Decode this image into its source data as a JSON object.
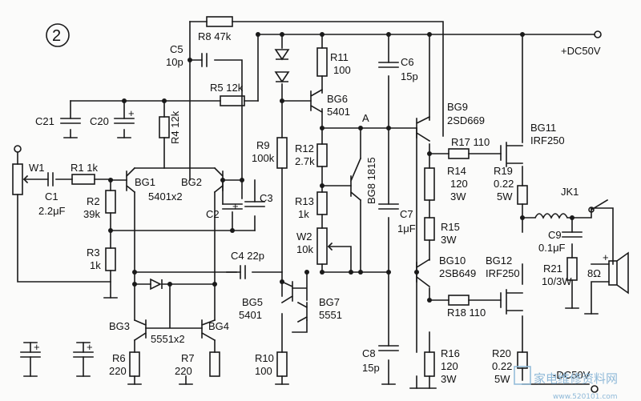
{
  "diagram": {
    "figure_number": "2",
    "supply_pos": "+DC50V",
    "supply_neg": "-DC50V",
    "node_a": "A",
    "components": {
      "r8": "R8  47k",
      "c5": "C5",
      "c5v": "10p",
      "r5": "R5  12k",
      "r11": "R11",
      "r11v": "100",
      "c6": "C6",
      "c6v": "15p",
      "c21": "C21",
      "c20": "C20",
      "r4": "R4  12k",
      "bg6": "BG6",
      "bg6t": "5401",
      "bg9": "BG9",
      "bg9t": "2SD669",
      "bg11": "BG11",
      "bg11t": "IRF250",
      "w1": "W1",
      "r1": "R1   1k",
      "bg1": "BG1",
      "bg2": "BG2",
      "bg12t": "5401x2",
      "r9": "R9",
      "r9v": "100k",
      "r12": "R12",
      "r12v": "2.7k",
      "bg8": "BG8  1815",
      "r17": "R17   110",
      "c1": "C1",
      "c1v": "2.2μF",
      "r2": "R2",
      "r2v": "39k",
      "c2": "C2",
      "c3": "C3",
      "r14": "R14",
      "r14v": "120",
      "r14p": "3W",
      "r19": "R19",
      "r19v": "0.22",
      "r19p": "5W",
      "r13": "R13",
      "r13v": "1k",
      "c7": "C7",
      "c7v": "1μF",
      "r15": "R15",
      "r15p": "3W",
      "jk1": "JK1",
      "w2": "W2",
      "w2v": "10k",
      "r3": "R3",
      "r3v": "1k",
      "c4": "C4   22p",
      "c9": "C9",
      "c9v": "0.1μF",
      "bg10": "BG10",
      "bg10t": "2SB649",
      "bg12": "BG12",
      "bg12t2": "IRF250",
      "r21": "R21",
      "r21v": "10/3W",
      "spk": "8Ω",
      "bg5": "BG5",
      "bg5t": "5401",
      "bg7": "BG7",
      "bg7t": "5551",
      "r18": "R18   110",
      "bg3": "BG3",
      "bg4": "BG4",
      "bg34t": "5551x2",
      "r10": "R10",
      "r10v": "100",
      "c8": "C8",
      "c8v": "15p",
      "r16": "R16",
      "r16v": "120",
      "r16p": "3W",
      "r20": "R20",
      "r20v": "0.22",
      "r20p": "5W",
      "r6": "R6",
      "r6v": "220",
      "r7": "R7",
      "r7v": "220",
      "plus": "+"
    },
    "watermark": {
      "text": "家电维修资料网",
      "url": "www.520101.com"
    }
  }
}
